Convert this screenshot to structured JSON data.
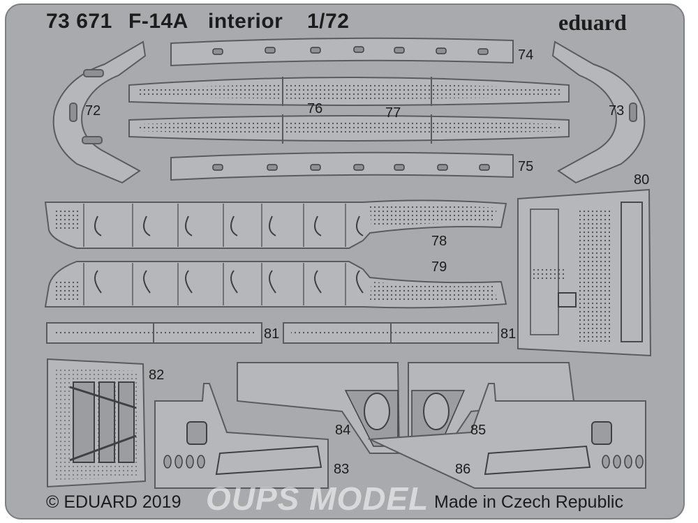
{
  "header": {
    "code": "73 671",
    "model": "F-14A",
    "subject": "interior",
    "scale": "1/72",
    "brand": "eduard"
  },
  "footer": {
    "copyright": "© EDUARD 2019",
    "origin": "Made in Czech Republic"
  },
  "watermark": "OUPS MODEL",
  "parts": [
    "72",
    "73",
    "74",
    "75",
    "76",
    "77",
    "78",
    "79",
    "80",
    "81",
    "81",
    "82",
    "83",
    "84",
    "85",
    "86"
  ],
  "colors": {
    "fret": "#a9aaad",
    "part": "#b6b7ba",
    "outline": "#5a5b5e",
    "ink": "#1c1c1c"
  }
}
